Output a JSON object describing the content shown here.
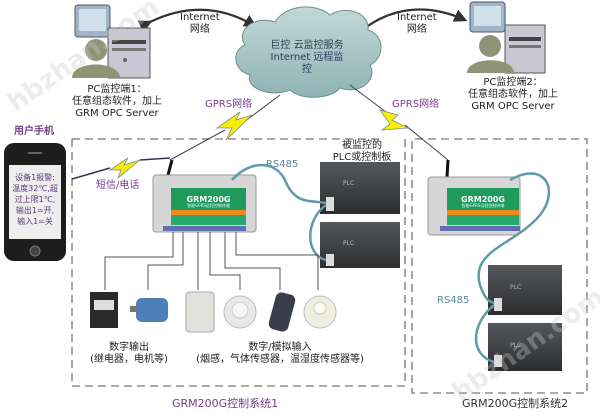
{
  "diagram": {
    "cloud": {
      "line1": "巨控 云监控服务",
      "line2": "Internet 远程监",
      "line3": "控"
    },
    "internet_left": {
      "line1": "Internet",
      "line2": "网络"
    },
    "internet_right": {
      "line1": "Internet",
      "line2": "网络"
    },
    "pc1": {
      "line1": "PC监控端1：",
      "line2": "任意组态软件，加上",
      "line3": "GRM OPC Server"
    },
    "pc2": {
      "line1": "PC监控端2：",
      "line2": "任意组态软件，加上",
      "line3": "GRM OPC Server"
    },
    "gprs_left": "GPRS网络",
    "gprs_right": "GPRS网络",
    "phone": {
      "title": "用户手机",
      "screen_lines": [
        "设备1报警:",
        "温度32℃,超",
        "过上限1℃,",
        "输出1=开,",
        "输入1=关"
      ]
    },
    "sms_label": "短信/电话",
    "rs485_1": "RS485",
    "rs485_2": "RS485",
    "plc_caption": {
      "line1": "被监控的",
      "line2": "PLC或控制板"
    },
    "device": {
      "model": "GRM200G",
      "subtitle": "智能GPRS远程控制终端"
    },
    "plc_label": "PLC",
    "digital_output": {
      "line1": "数字输出",
      "line2": "(继电器，电机等)"
    },
    "digital_input": {
      "line1": "数字/模拟输入",
      "line2": "(烟感，气体传感器，温湿度传感器等)"
    },
    "system1_label": "GRM200G控制系统1",
    "system2_label": "GRM200G控制系统2",
    "watermark": "hbzhan.com",
    "colors": {
      "cloud_fill": "#a9c6c6",
      "purple": "#7a3b91",
      "teal_cable": "#5f9aa8",
      "device_green": "#1f9a5a",
      "device_orange": "#f08a1c",
      "plc_dark": "#3d3f41",
      "lightning": "#f5f000"
    }
  }
}
